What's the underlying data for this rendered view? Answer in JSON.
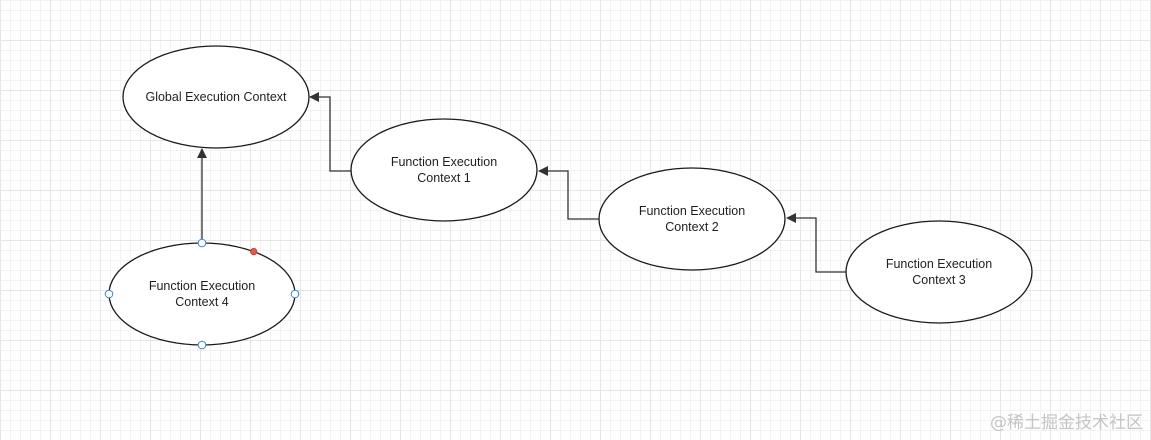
{
  "diagram": {
    "nodes": [
      {
        "id": "global",
        "label": "Global Execution Context"
      },
      {
        "id": "fec1",
        "label": "Function Execution\nContext 1"
      },
      {
        "id": "fec2",
        "label": "Function Execution\nContext 2"
      },
      {
        "id": "fec3",
        "label": "Function Execution\nContext 3"
      },
      {
        "id": "fec4",
        "label": "Function Execution\nContext 4"
      }
    ],
    "edges": [
      {
        "from": "fec1",
        "to": "global"
      },
      {
        "from": "fec2",
        "to": "fec1"
      },
      {
        "from": "fec3",
        "to": "fec2"
      },
      {
        "from": "fec4",
        "to": "global"
      }
    ],
    "selected_node": "fec4"
  },
  "watermark": "@稀土掘金技术社区"
}
